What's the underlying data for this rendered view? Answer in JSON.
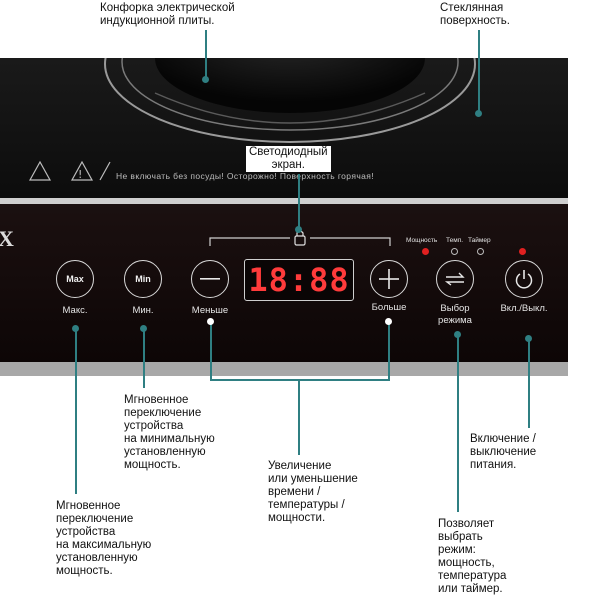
{
  "callouts": {
    "burner": "Конфорка электрической\nиндукционной плиты.",
    "glass": "Стеклянная\nповерхность.",
    "display": "Светодиодный\nэкран.",
    "min": "Мгновенное\nпереключение\nустройства\nна минимальную\nустановленную\nмощность.",
    "max": "Мгновенное\nпереключение\nустройства\nна максимальную\nустановленную\nмощность.",
    "plus_minus": "Увеличение\nили уменьшение\nвремени /\nтемпературы /\nмощности.",
    "power": "Включение /\nвыключение\nпитания.",
    "mode": "Позволяет\nвыбрать\nрежим:\nмощность,\nтемпература\nили таймер."
  },
  "panel": {
    "brand": "X",
    "warning": "Не включать без посуды! Осторожно! Поверхность горячая!",
    "display_value": "18:88",
    "buttons": {
      "max_icon": "Max",
      "max_label": "Макс.",
      "min_icon": "Min",
      "min_label": "Мин.",
      "minus_label": "Меньше",
      "plus_label": "Больше",
      "mode_label": "Выбор\nрежима",
      "power_label": "Вкл./Выкл."
    },
    "indicators": {
      "power": "Мощность",
      "temp": "Темп.",
      "timer": "Таймер"
    }
  },
  "colors": {
    "leader": "#2f7f82",
    "digits": "#ff3b3b",
    "led_red": "#e02020"
  }
}
